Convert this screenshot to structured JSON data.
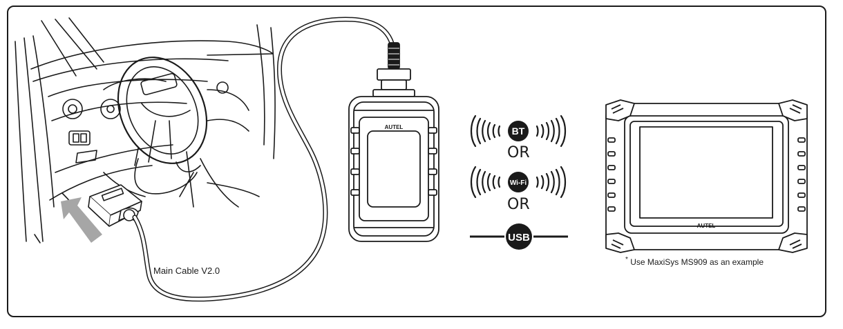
{
  "labels": {
    "cable": "Main Cable V2.0",
    "or_1": "OR",
    "or_2": "OR",
    "footnote_star": "*",
    "footnote_text": " Use MaxiSys MS909 as an example"
  },
  "badges": {
    "bt": "BT",
    "wifi": "Wi-Fi",
    "usb": "USB"
  },
  "brand": {
    "vci": "AUTEL",
    "tablet": "AUTEL"
  },
  "colors": {
    "line": "#1a1a1a",
    "arrow": "#a6a6a6",
    "screen": "#ffffff"
  }
}
